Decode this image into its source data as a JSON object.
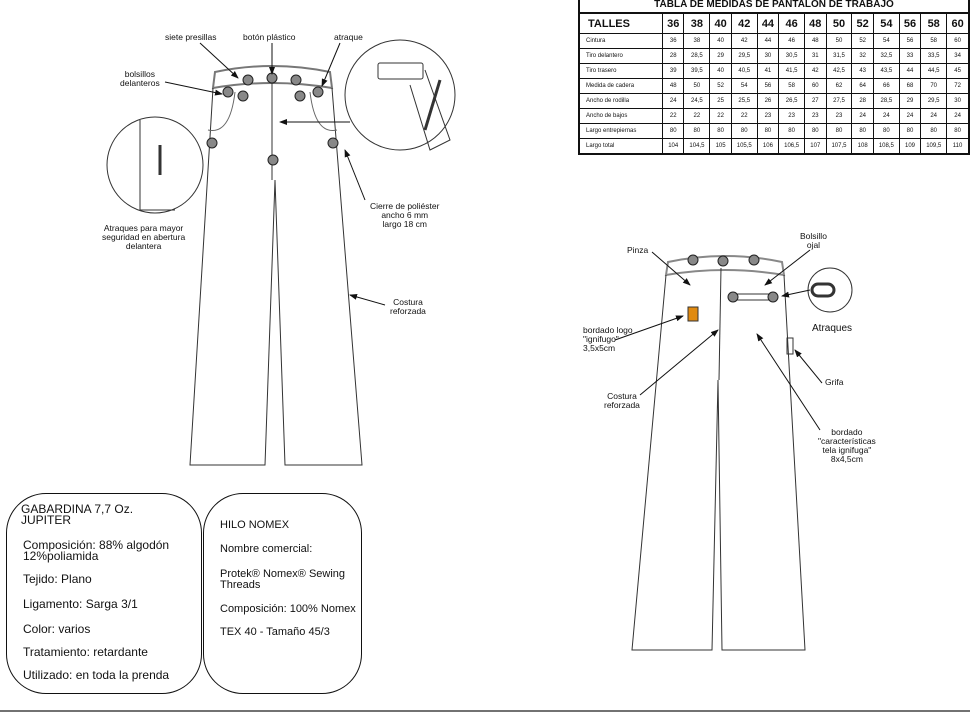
{
  "table": {
    "title": "TABLA DE MEDIDAS DE PANTALON DE TRABAJO",
    "header": "TALLES",
    "sizes": [
      "36",
      "38",
      "40",
      "42",
      "44",
      "46",
      "48",
      "50",
      "52",
      "54",
      "56",
      "58",
      "60"
    ],
    "rows": [
      {
        "label": "Cintura",
        "values": [
          "36",
          "38",
          "40",
          "42",
          "44",
          "46",
          "48",
          "50",
          "52",
          "54",
          "56",
          "58",
          "60"
        ]
      },
      {
        "label": "Tiro delantero",
        "values": [
          "28",
          "28,5",
          "29",
          "29,5",
          "30",
          "30,5",
          "31",
          "31,5",
          "32",
          "32,5",
          "33",
          "33,5",
          "34"
        ]
      },
      {
        "label": "Tiro trasero",
        "values": [
          "39",
          "39,5",
          "40",
          "40,5",
          "41",
          "41,5",
          "42",
          "42,5",
          "43",
          "43,5",
          "44",
          "44,5",
          "45"
        ]
      },
      {
        "label": "Medida de cadera",
        "values": [
          "48",
          "50",
          "52",
          "54",
          "56",
          "58",
          "60",
          "62",
          "64",
          "66",
          "68",
          "70",
          "72"
        ]
      },
      {
        "label": "Ancho de rodilla",
        "values": [
          "24",
          "24,5",
          "25",
          "25,5",
          "26",
          "26,5",
          "27",
          "27,5",
          "28",
          "28,5",
          "29",
          "29,5",
          "30"
        ]
      },
      {
        "label": "Ancho de bajos",
        "values": [
          "22",
          "22",
          "22",
          "22",
          "23",
          "23",
          "23",
          "23",
          "24",
          "24",
          "24",
          "24",
          "24"
        ]
      },
      {
        "label": "Largo entrepiernas",
        "values": [
          "80",
          "80",
          "80",
          "80",
          "80",
          "80",
          "80",
          "80",
          "80",
          "80",
          "80",
          "80",
          "80"
        ]
      },
      {
        "label": "Largo total",
        "values": [
          "104",
          "104,5",
          "105",
          "105,5",
          "106",
          "106,5",
          "107",
          "107,5",
          "108",
          "108,5",
          "109",
          "109,5",
          "110"
        ]
      }
    ]
  },
  "front": {
    "siete_presillas": "siete presillas",
    "boton": "botón plástico",
    "atraque": "atraque",
    "bolsillos": "bolsillos\ndelanteros",
    "atraques_mayor": "Atraques para mayor\nseguridad en abertura\ndelantera",
    "cierre": "Cierre de poliéster\nancho 6 mm\nlargo 18 cm",
    "costura": "Costura\nreforzada"
  },
  "back": {
    "pinza": "Pinza",
    "bolsillo": "Bolsillo\nojal",
    "atraques": "Atraques",
    "logo": "bordado  logo\n\"ignifugo\"\n3,5x5cm",
    "costura": "Costura\nreforzada",
    "grifa": "Grifa",
    "bordado": "bordado\n\"características\ntela  ignifuga\"\n8x4,5cm"
  },
  "fabric": {
    "l1": "GABARDINA 7,7 Oz.\nJUPITER",
    "l2": "Composición: 88% algodón\n                       12%poliamida",
    "l3": "Tejido: Plano",
    "l4": "Ligamento: Sarga 3/1",
    "l5": "Color: varios",
    "l6": "Tratamiento: retardante",
    "l7": "Utilizado: en toda la prenda"
  },
  "thread": {
    "l1": "HILO NOMEX",
    "l2": "Nombre comercial:",
    "l3": "Protek® Nomex® Sewing\nThreads",
    "l4": "Composición: 100% Nomex",
    "l5": "TEX 40 - Tamaño 45/3"
  }
}
